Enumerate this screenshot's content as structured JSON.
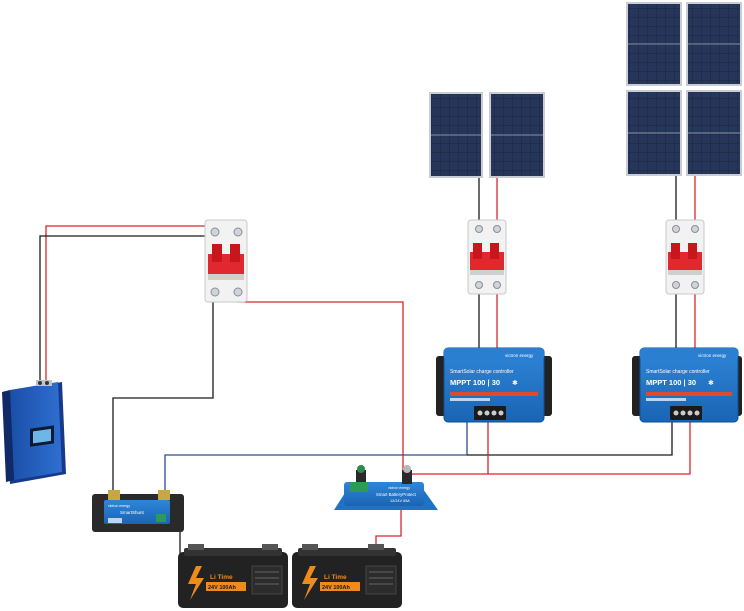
{
  "colors": {
    "positive_wire": "#d8262c",
    "negative_wire": "#1a1a1a",
    "blue_wire": "#2a4f8c",
    "victron_blue": "#1e73c8",
    "victron_dark": "#0f4f96",
    "battery_body": "#222222",
    "battery_accent": "#f08a1c",
    "breaker_red": "#e0282e",
    "panel_cell": "#1c2a44",
    "panel_frame": "#c9ccd2"
  },
  "mppt_1": {
    "brand": "victron energy",
    "line1": "SmartSolar charge controller",
    "model": "MPPT 100 | 30",
    "bluetooth_icon": "bluetooth-icon"
  },
  "mppt_2": {
    "brand": "victron energy",
    "line1": "SmartSolar charge controller",
    "model": "MPPT 100 | 30",
    "bluetooth_icon": "bluetooth-icon"
  },
  "battery_protect": {
    "brand": "victron energy",
    "label": "Smart BatteryProtect",
    "rating": "12/24V 65A"
  },
  "smartshunt": {
    "brand": "victron energy",
    "label": "SmartShunt"
  },
  "battery_1": {
    "brand": "Li Time",
    "spec": "24V 100Ah"
  },
  "battery_2": {
    "brand": "Li Time",
    "spec": "24V 100Ah"
  }
}
